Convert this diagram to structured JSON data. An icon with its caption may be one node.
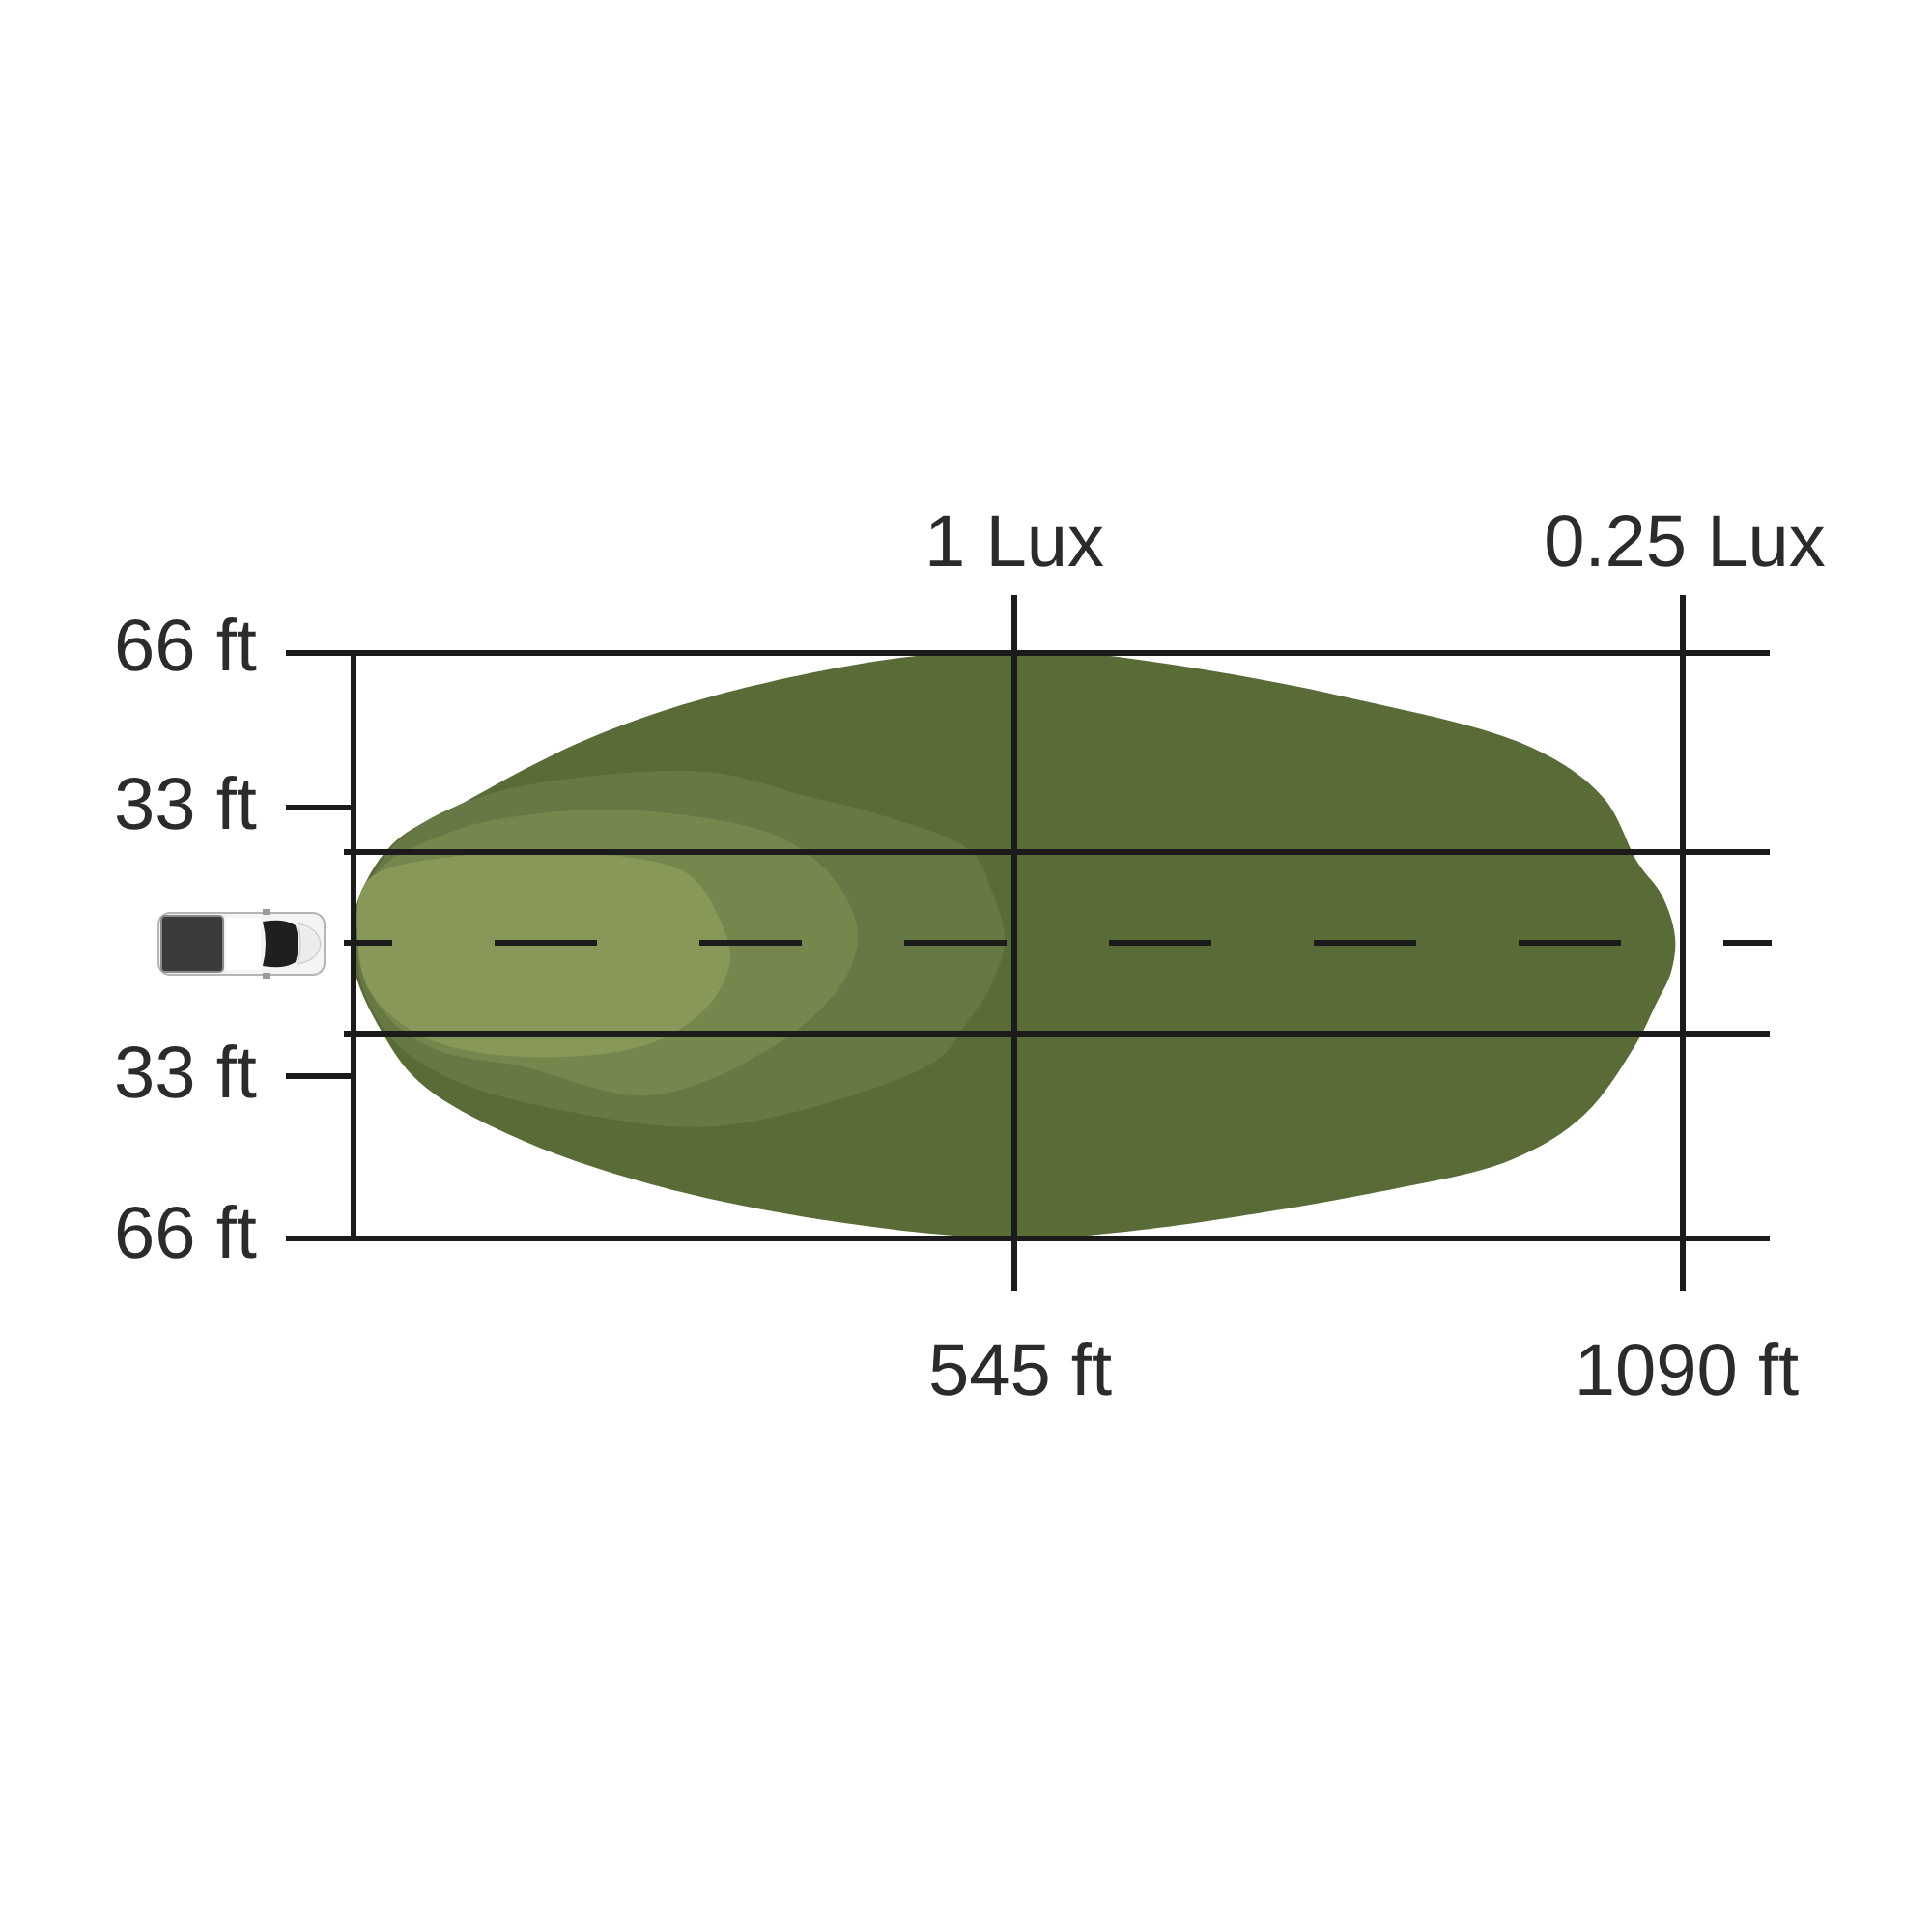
{
  "diagram": {
    "labels": [
      "1 Lux",
      "0.25 Lux",
      "66 ft",
      "33 ft",
      "33 ft",
      "66 ft",
      "545 ft",
      "1090 ft"
    ]
  }
}
